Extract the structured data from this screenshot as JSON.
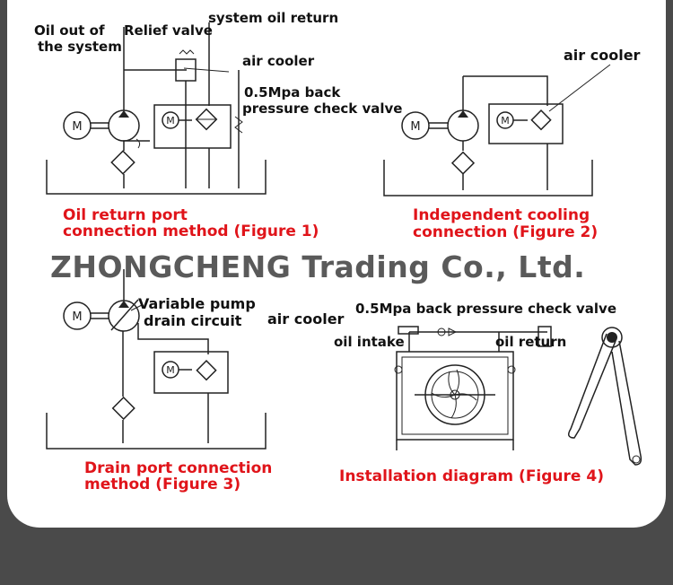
{
  "figure1": {
    "labels": {
      "oil_out": "Oil out of",
      "oil_out_2": "the system",
      "relief_valve": "Relief valve",
      "system_oil_return": "system oil return",
      "air_cooler": "air cooler",
      "check_valve": "0.5Mpa back",
      "check_valve_2": "pressure check valve"
    },
    "caption": [
      "Oil return port",
      "connection method (Figure 1)"
    ]
  },
  "figure2": {
    "labels": {
      "air_cooler": "air cooler"
    },
    "caption": [
      "Independent cooling",
      "connection (Figure 2)"
    ]
  },
  "figure3": {
    "labels": {
      "variable_pump": "Variable pump",
      "variable_pump_2": "drain circuit",
      "air_cooler": "air cooler"
    },
    "caption": [
      "Drain port connection",
      "method (Figure 3)"
    ]
  },
  "figure4": {
    "labels": {
      "check_valve": "0.5Mpa back pressure check valve",
      "oil_intake": "oil intake",
      "oil_return": "oil return"
    },
    "caption": "Installation diagram (Figure 4)"
  },
  "watermark": "ZHONGCHENG Trading Co., Ltd.",
  "motor_symbol": "M"
}
